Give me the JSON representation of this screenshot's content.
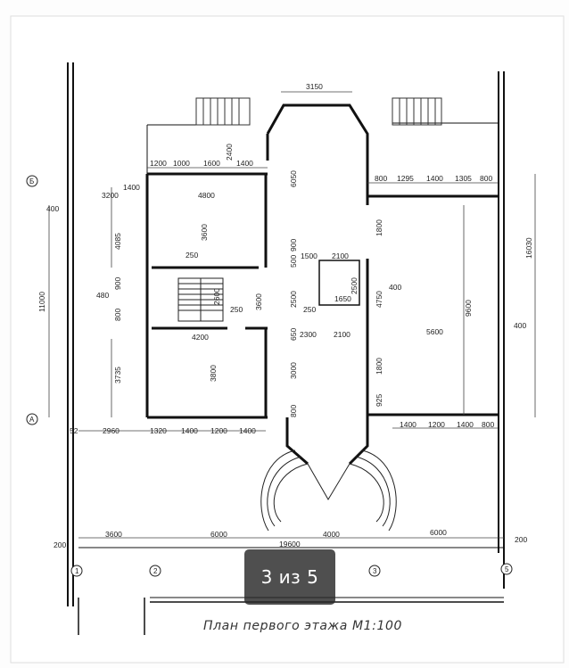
{
  "viewer": {
    "page_indicator": "3 из 5",
    "caption": "План первого этажа М1:100"
  },
  "plan": {
    "axes_left": [
      "Б",
      "А"
    ],
    "axes_bottom": [
      "1",
      "2",
      "3",
      "5"
    ],
    "dims_top": [
      "3150"
    ],
    "dims_left_room": [
      "1200",
      "1000",
      "1600",
      "1400"
    ],
    "dims_right_room": [
      "800",
      "1295",
      "1400",
      "1305",
      "800"
    ],
    "dims_bottom_left": [
      "2960",
      "1320",
      "1400",
      "1200",
      "1400"
    ],
    "dims_bottom_right": [
      "1400",
      "1200",
      "1400",
      "800"
    ],
    "dims_overall": [
      "200",
      "3600",
      "6000",
      "19600",
      "4000",
      "6000",
      "200"
    ],
    "labels": {
      "d2400": "2400",
      "d6050": "6050",
      "d3200": "3200",
      "d1400a": "1400",
      "d400a": "400",
      "d4800": "4800",
      "d4085": "4085",
      "d3600a": "3600",
      "d900a": "900",
      "d480": "480",
      "d800a": "800",
      "d250a": "250",
      "d2600": "2600",
      "d250b": "250",
      "d3600b": "3600",
      "d4200": "4200",
      "d3735": "3735",
      "d3800": "3800",
      "d900b": "900",
      "d500": "500",
      "d1500": "1500",
      "d2100a": "2100",
      "d1650": "1650",
      "d2500a": "2500",
      "d2500b": "2500",
      "d250c": "250",
      "d650": "650",
      "d2300": "2300",
      "d2100b": "2100",
      "d3000": "3000",
      "d800b": "800",
      "d1800a": "1800",
      "d4750": "4750",
      "d400b": "400",
      "d9600": "9600",
      "d5600": "5600",
      "d1800b": "1800",
      "d925": "925",
      "d16030": "16030",
      "d400c": "400",
      "d11000": "11000",
      "d400d": "400",
      "d52": "52"
    }
  }
}
